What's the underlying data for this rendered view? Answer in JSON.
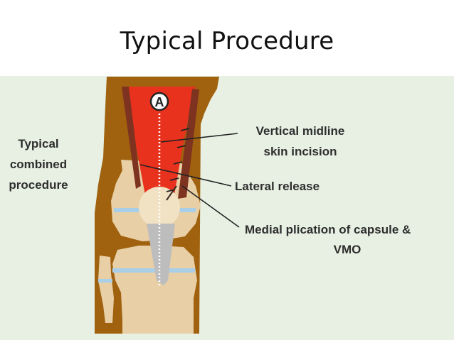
{
  "slide": {
    "title": "Typical Procedure"
  },
  "figure": {
    "left_caption": [
      "Typical",
      "combined",
      "procedure"
    ],
    "marker": "A",
    "callouts": {
      "midline_incision": [
        "Vertical midline",
        "skin incision"
      ],
      "lateral_release": "Lateral release",
      "medial_plication": [
        "Medial plication of capsule &",
        "VMO"
      ]
    },
    "colors": {
      "background": "#e7f0e3",
      "skin": "#a0620e",
      "quadriceps": "#e8321e",
      "muscle_strip": "#7e3321",
      "bone": "#e8cfa6",
      "patellar_tendon": "#bdbdbd",
      "cartilage": "#a9cfe8",
      "leader_line": "#222222"
    }
  }
}
